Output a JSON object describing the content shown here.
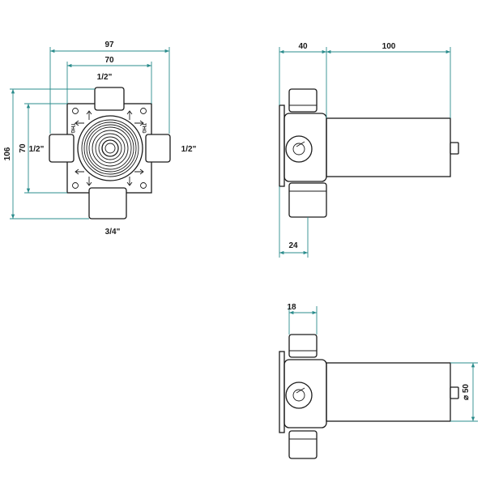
{
  "accent_color": "#2b8c8c",
  "front_view": {
    "width_outer": "97",
    "width_inner": "70",
    "height_outer": "106",
    "height_inner": "70",
    "port_top": "1/2\"",
    "port_left": "1/2\"",
    "port_right": "1/2\"",
    "port_bottom": "3/4\"",
    "hot_marker_left": "THG",
    "hot_marker_right": "THG"
  },
  "side_view_top": {
    "depth_body": "40",
    "depth_sleeve": "100",
    "flange_offset": "24"
  },
  "side_view_bottom": {
    "port_width": "18",
    "sleeve_diameter": "⌀ 50"
  }
}
